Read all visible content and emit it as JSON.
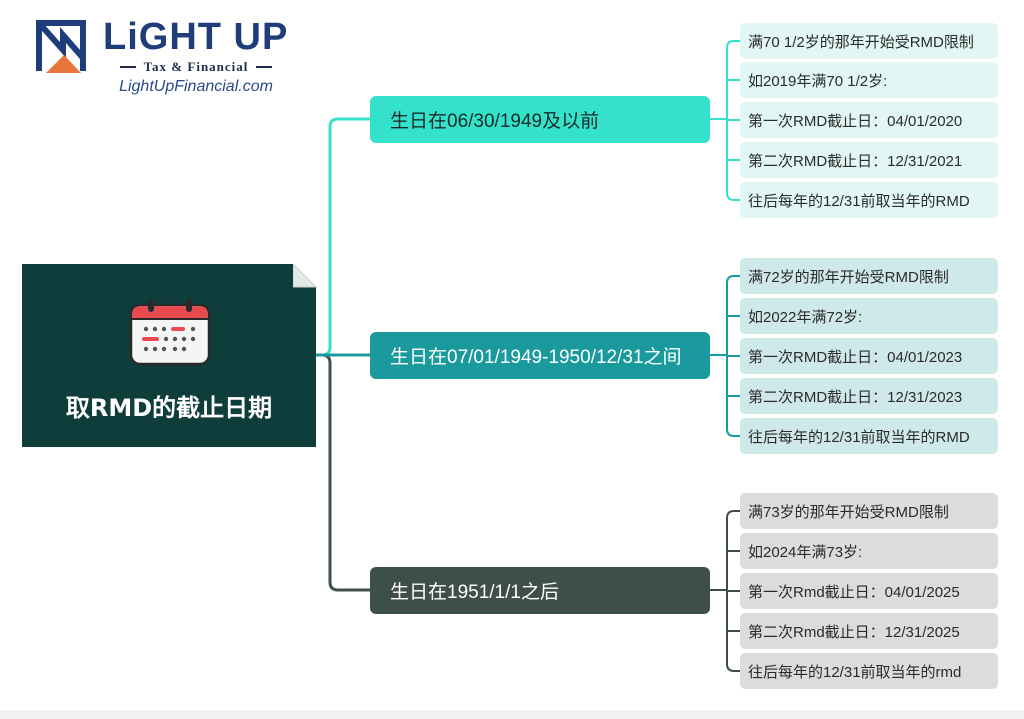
{
  "logo": {
    "wordmark": "LiGHT UP",
    "tagline": "Tax & Financial",
    "website": "LightUpFinancial.com",
    "icon": "light-up-logo-icon",
    "colors": {
      "navy": "#1f3d7a",
      "orange": "#e8743b"
    }
  },
  "root": {
    "title": "取RMD的截止日期",
    "icon": "calendar-icon",
    "color": "#0f3d3c",
    "text_color": "#ffffff"
  },
  "branches": [
    {
      "label": "生日在06/30/1949及以前",
      "color": "#34e2cb",
      "text_color": "#1b2b2b",
      "leaf_color": "#e2f7f4",
      "leaves": [
        "满70 1/2岁的那年开始受RMD限制",
        "如2019年满70 1/2岁:",
        "第一次RMD截止日：04/01/2020",
        "第二次RMD截止日：12/31/2021",
        "往后每年的12/31前取当年的RMD"
      ]
    },
    {
      "label": "生日在07/01/1949-1950/12/31之间",
      "color": "#1a9a9c",
      "text_color": "#ffffff",
      "leaf_color": "#cfe9ea",
      "leaves": [
        "满72岁的那年开始受RMD限制",
        "如2022年满72岁:",
        "第一次RMD截止日：04/01/2023",
        "第二次RMD截止日：12/31/2023",
        "往后每年的12/31前取当年的RMD"
      ]
    },
    {
      "label": "生日在1951/1/1之后",
      "color": "#3e4f4b",
      "text_color": "#ffffff",
      "leaf_color": "#dcdcdc",
      "leaves": [
        "满73岁的那年开始受RMD限制",
        "如2024年满73岁:",
        "第一次Rmd截止日：04/01/2025",
        "第二次Rmd截止日：12/31/2025",
        "往后每年的12/31前取当年的rmd"
      ]
    }
  ]
}
